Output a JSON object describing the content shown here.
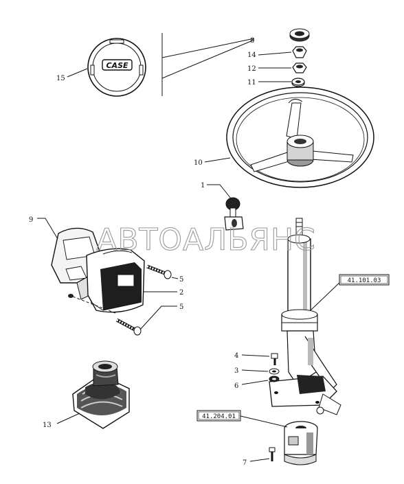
{
  "watermark": "АВТОАЛЬЯНС",
  "logo_text": "CASE",
  "callouts": [
    {
      "id": "c15",
      "num": "15"
    },
    {
      "id": "c8",
      "num": "8"
    },
    {
      "id": "c14",
      "num": "14"
    },
    {
      "id": "c12",
      "num": "12"
    },
    {
      "id": "c11",
      "num": "11"
    },
    {
      "id": "c10",
      "num": "10"
    },
    {
      "id": "c1",
      "num": "1"
    },
    {
      "id": "c9",
      "num": "9"
    },
    {
      "id": "c5a",
      "num": "5"
    },
    {
      "id": "c2",
      "num": "2"
    },
    {
      "id": "c5b",
      "num": "5"
    },
    {
      "id": "c4",
      "num": "4"
    },
    {
      "id": "c3",
      "num": "3"
    },
    {
      "id": "c6",
      "num": "6"
    },
    {
      "id": "c13",
      "num": "13"
    },
    {
      "id": "c7",
      "num": "7"
    }
  ],
  "references": [
    {
      "id": "r1",
      "text": "41.101.03"
    },
    {
      "id": "r2",
      "text": "41.204.01"
    }
  ]
}
